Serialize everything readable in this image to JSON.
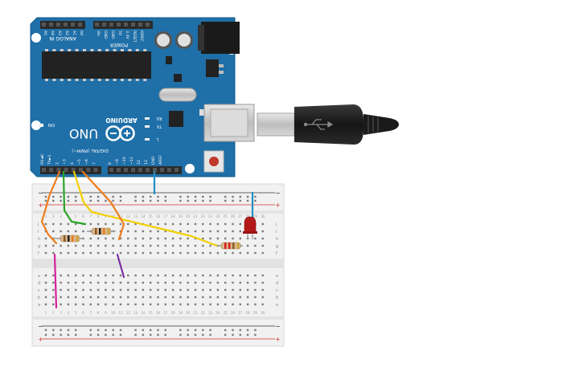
{
  "board": {
    "analog_header": "ANALOG IN",
    "analog_pins": [
      "A5",
      "A4",
      "A3",
      "A2",
      "A1",
      "A0"
    ],
    "power_header": "POWER",
    "power_pins": [
      "Vin",
      "GND",
      "GND",
      "5V",
      "3.3V",
      "RESET",
      "IOREF"
    ],
    "brand": "ARDUINO",
    "model": "UNO",
    "on_label": "ON",
    "led_rx": "RX",
    "led_tx": "TX",
    "led_l": "L",
    "digital_header": "DIGITAL (PWM~)",
    "digital_pins": [
      "RX◄0",
      "TX►1",
      "2",
      "~3",
      "4",
      "~5",
      "~6",
      "7",
      "8",
      "~9",
      "~10",
      "~11",
      "12",
      "13",
      "GND",
      "AREF"
    ],
    "color": "#1f6fa8"
  },
  "breadboard": {
    "plus_label": "+",
    "minus_label": "−",
    "row_letters_top": [
      "j",
      "i",
      "h",
      "g",
      "f"
    ],
    "row_letters_bottom": [
      "e",
      "d",
      "c",
      "b",
      "a"
    ],
    "columns": 30
  },
  "colors": {
    "orange_wire": "#f07c1b",
    "green_wire": "#2aa52a",
    "yellow_wire": "#f2d000",
    "blue_wire": "#1e90c8",
    "magenta_wire": "#d6209c",
    "purple_wire": "#7a2fa0",
    "led": "#b31919"
  }
}
